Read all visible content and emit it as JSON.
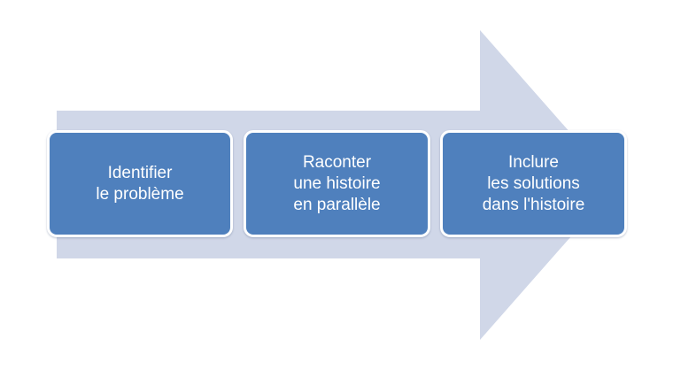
{
  "colors": {
    "arrow": "#d0d7e8",
    "step_fill": "#4f80bd",
    "step_border": "#ffffff",
    "text": "#ffffff"
  },
  "steps": [
    {
      "label": "Identifier\nle problème"
    },
    {
      "label": "Raconter\nune histoire\nen parallèle"
    },
    {
      "label": "Inclure\nles solutions\ndans l'histoire"
    }
  ]
}
